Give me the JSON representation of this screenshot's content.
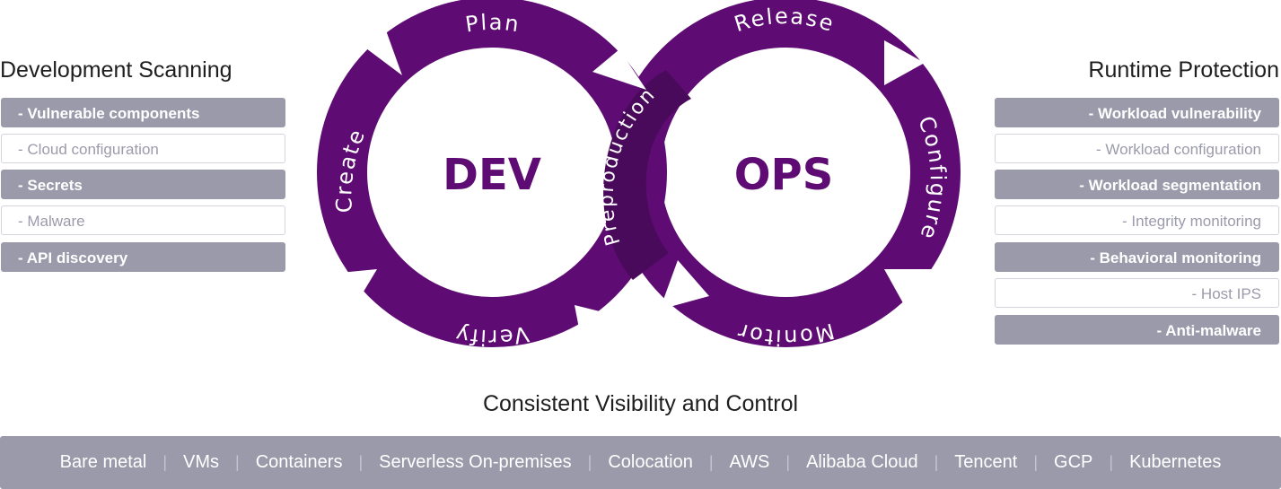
{
  "left_panel": {
    "title": "Development Scanning",
    "items": [
      {
        "label": "- Vulnerable components",
        "style": "filled"
      },
      {
        "label": "- Cloud configuration",
        "style": "outline"
      },
      {
        "label": "- Secrets",
        "style": "filled"
      },
      {
        "label": "- Malware",
        "style": "outline"
      },
      {
        "label": "- API discovery",
        "style": "filled"
      }
    ]
  },
  "right_panel": {
    "title": "Runtime Protection",
    "items": [
      {
        "label": "- Workload vulnerability",
        "style": "filled"
      },
      {
        "label": "- Workload configuration",
        "style": "outline"
      },
      {
        "label": "- Workload segmentation",
        "style": "filled"
      },
      {
        "label": "- Integrity monitoring",
        "style": "outline"
      },
      {
        "label": "- Behavioral monitoring",
        "style": "filled"
      },
      {
        "label": "- Host IPS",
        "style": "outline"
      },
      {
        "label": "- Anti-malware",
        "style": "filled"
      }
    ]
  },
  "diagram": {
    "dev_label": "DEV",
    "ops_label": "OPS",
    "dev_stages": {
      "plan": "Plan",
      "create": "Create",
      "verify": "Verify"
    },
    "ops_stages": {
      "release": "Release",
      "configure": "Configure",
      "monitor": "Monitor"
    },
    "bridge_stage": "Preproduction",
    "colors": {
      "ring": "#5e0c73",
      "ring_dark": "#3f0750",
      "text": "#5e0c73",
      "pill_filled": "#9a9aab"
    }
  },
  "bottom": {
    "title": "Consistent Visibility and Control",
    "platforms": [
      "Bare metal",
      "VMs",
      "Containers",
      "Serverless On-premises",
      "Colocation",
      "AWS",
      "Alibaba Cloud",
      "Tencent",
      "GCP",
      "Kubernetes"
    ]
  }
}
